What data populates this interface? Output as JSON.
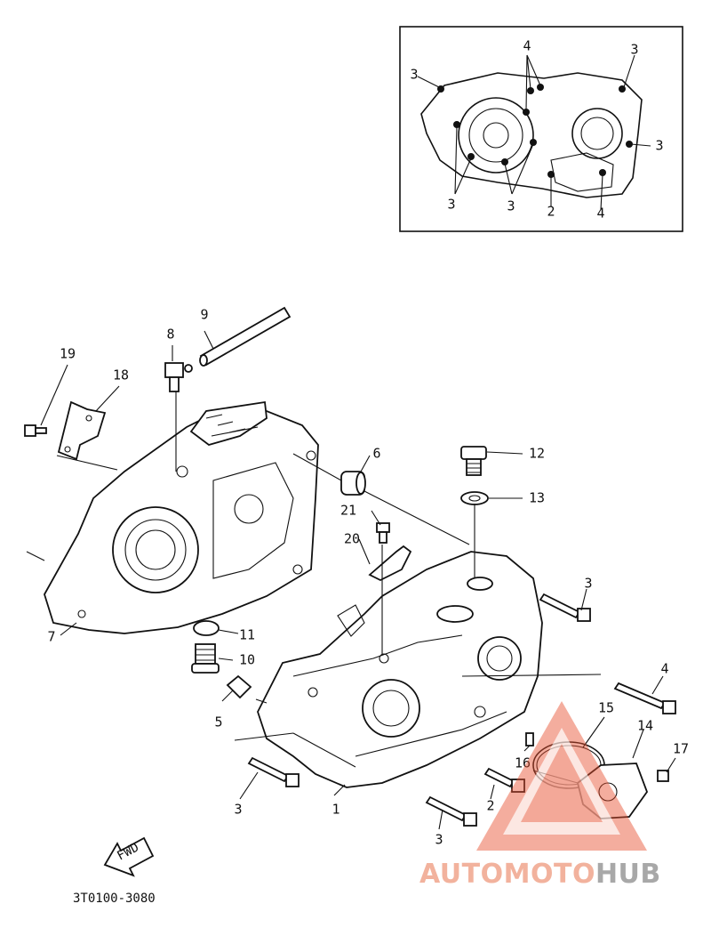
{
  "diagram": {
    "part_code": "3T0100-3080",
    "fwd_label": "FWD",
    "inset_labels": [
      "4",
      "3",
      "3",
      "3",
      "3",
      "3",
      "2",
      "4"
    ],
    "callouts": [
      "1",
      "2",
      "3",
      "3",
      "3",
      "4",
      "5",
      "6",
      "7",
      "8",
      "9",
      "10",
      "11",
      "12",
      "13",
      "15",
      "16",
      "14",
      "17",
      "18",
      "19",
      "20",
      "21"
    ]
  },
  "watermark": {
    "part1": "AUTO",
    "part2": "MOTO",
    "part3": "HUB",
    "color_main": "#f0a58c",
    "color_dark": "#9a9a9a"
  }
}
